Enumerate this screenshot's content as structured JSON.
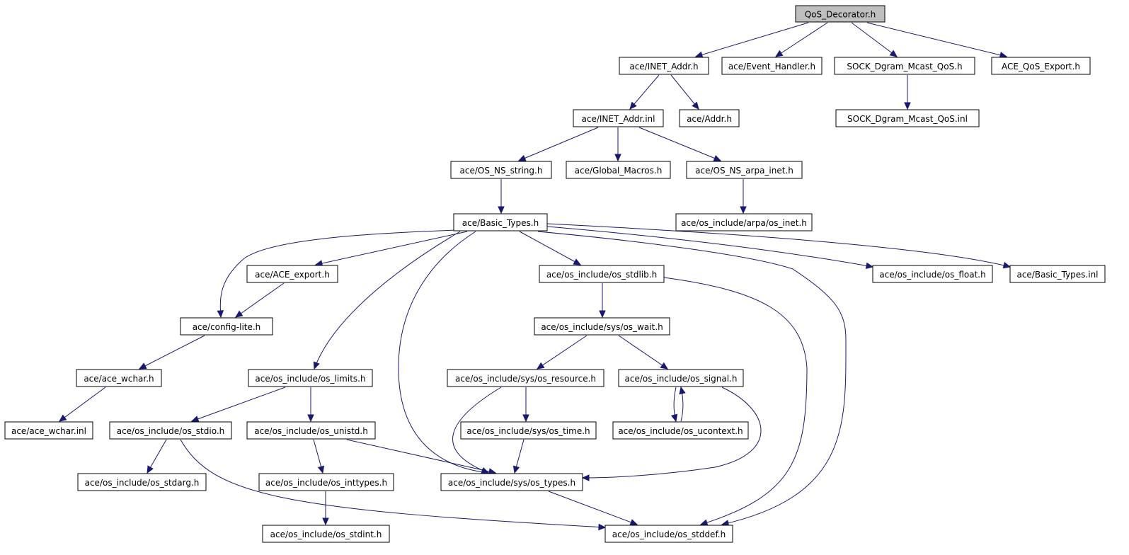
{
  "diagram": {
    "nodes": [
      {
        "id": "root",
        "label": "QoS_Decorator.h",
        "highlighted": true
      },
      {
        "id": "inet_addr_h",
        "label": "ace/INET_Addr.h"
      },
      {
        "id": "event_handler_h",
        "label": "ace/Event_Handler.h"
      },
      {
        "id": "sock_dgram_h",
        "label": "SOCK_Dgram_Mcast_QoS.h"
      },
      {
        "id": "ace_qos_export_h",
        "label": "ACE_QoS_Export.h"
      },
      {
        "id": "inet_addr_inl",
        "label": "ace/INET_Addr.inl"
      },
      {
        "id": "addr_h",
        "label": "ace/Addr.h"
      },
      {
        "id": "sock_dgram_inl",
        "label": "SOCK_Dgram_Mcast_QoS.inl"
      },
      {
        "id": "os_ns_string_h",
        "label": "ace/OS_NS_string.h"
      },
      {
        "id": "global_macros_h",
        "label": "ace/Global_Macros.h"
      },
      {
        "id": "os_ns_arpa_inet_h",
        "label": "ace/OS_NS_arpa_inet.h"
      },
      {
        "id": "basic_types_h",
        "label": "ace/Basic_Types.h"
      },
      {
        "id": "arpa_os_inet_h",
        "label": "ace/os_include/arpa/os_inet.h"
      },
      {
        "id": "ace_export_h",
        "label": "ace/ACE_export.h"
      },
      {
        "id": "os_stdlib_h",
        "label": "ace/os_include/os_stdlib.h"
      },
      {
        "id": "os_float_h",
        "label": "ace/os_include/os_float.h"
      },
      {
        "id": "basic_types_inl",
        "label": "ace/Basic_Types.inl"
      },
      {
        "id": "config_lite_h",
        "label": "ace/config-lite.h"
      },
      {
        "id": "sys_os_wait_h",
        "label": "ace/os_include/sys/os_wait.h"
      },
      {
        "id": "ace_wchar_h",
        "label": "ace/ace_wchar.h"
      },
      {
        "id": "os_limits_h",
        "label": "ace/os_include/os_limits.h"
      },
      {
        "id": "sys_os_resource_h",
        "label": "ace/os_include/sys/os_resource.h"
      },
      {
        "id": "os_signal_h",
        "label": "ace/os_include/os_signal.h"
      },
      {
        "id": "ace_wchar_inl",
        "label": "ace/ace_wchar.inl"
      },
      {
        "id": "os_stdio_h",
        "label": "ace/os_include/os_stdio.h"
      },
      {
        "id": "os_unistd_h",
        "label": "ace/os_include/os_unistd.h"
      },
      {
        "id": "sys_os_time_h",
        "label": "ace/os_include/sys/os_time.h"
      },
      {
        "id": "os_ucontext_h",
        "label": "ace/os_include/os_ucontext.h"
      },
      {
        "id": "os_stdarg_h",
        "label": "ace/os_include/os_stdarg.h"
      },
      {
        "id": "os_inttypes_h",
        "label": "ace/os_include/os_inttypes.h"
      },
      {
        "id": "sys_os_types_h",
        "label": "ace/os_include/sys/os_types.h"
      },
      {
        "id": "os_stdint_h",
        "label": "ace/os_include/os_stdint.h"
      },
      {
        "id": "os_stddef_h",
        "label": "ace/os_include/os_stddef.h"
      }
    ],
    "edges": [
      [
        "root",
        "inet_addr_h"
      ],
      [
        "root",
        "event_handler_h"
      ],
      [
        "root",
        "sock_dgram_h"
      ],
      [
        "root",
        "ace_qos_export_h"
      ],
      [
        "inet_addr_h",
        "inet_addr_inl"
      ],
      [
        "inet_addr_h",
        "addr_h"
      ],
      [
        "sock_dgram_h",
        "sock_dgram_inl"
      ],
      [
        "inet_addr_inl",
        "os_ns_string_h"
      ],
      [
        "inet_addr_inl",
        "global_macros_h"
      ],
      [
        "inet_addr_inl",
        "os_ns_arpa_inet_h"
      ],
      [
        "os_ns_string_h",
        "basic_types_h"
      ],
      [
        "os_ns_arpa_inet_h",
        "arpa_os_inet_h"
      ],
      [
        "basic_types_h",
        "config_lite_h"
      ],
      [
        "basic_types_h",
        "ace_export_h"
      ],
      [
        "basic_types_h",
        "os_limits_h"
      ],
      [
        "basic_types_h",
        "sys_os_types_h"
      ],
      [
        "basic_types_h",
        "os_stdlib_h"
      ],
      [
        "basic_types_h",
        "os_stddef_h"
      ],
      [
        "basic_types_h",
        "os_float_h"
      ],
      [
        "basic_types_h",
        "basic_types_inl"
      ],
      [
        "ace_export_h",
        "config_lite_h"
      ],
      [
        "config_lite_h",
        "ace_wchar_h"
      ],
      [
        "ace_wchar_h",
        "ace_wchar_inl"
      ],
      [
        "os_stdlib_h",
        "sys_os_wait_h"
      ],
      [
        "os_stdlib_h",
        "os_stddef_h"
      ],
      [
        "sys_os_wait_h",
        "sys_os_resource_h"
      ],
      [
        "sys_os_wait_h",
        "os_signal_h"
      ],
      [
        "os_limits_h",
        "os_stdio_h"
      ],
      [
        "os_limits_h",
        "os_unistd_h"
      ],
      [
        "sys_os_resource_h",
        "sys_os_time_h"
      ],
      [
        "sys_os_resource_h",
        "sys_os_types_h"
      ],
      [
        "os_signal_h",
        "os_ucontext_h"
      ],
      [
        "os_ucontext_h",
        "os_signal_h"
      ],
      [
        "os_signal_h",
        "sys_os_types_h"
      ],
      [
        "os_stdio_h",
        "os_stdarg_h"
      ],
      [
        "os_stdio_h",
        "os_stddef_h"
      ],
      [
        "os_unistd_h",
        "os_inttypes_h"
      ],
      [
        "os_unistd_h",
        "sys_os_types_h"
      ],
      [
        "sys_os_time_h",
        "sys_os_types_h"
      ],
      [
        "os_inttypes_h",
        "os_stdint_h"
      ],
      [
        "sys_os_types_h",
        "os_stddef_h"
      ]
    ],
    "colors": {
      "edge": "#191970",
      "root_fill": "#bfbfbf",
      "node_fill": "#ffffff",
      "node_stroke": "#000000"
    }
  }
}
